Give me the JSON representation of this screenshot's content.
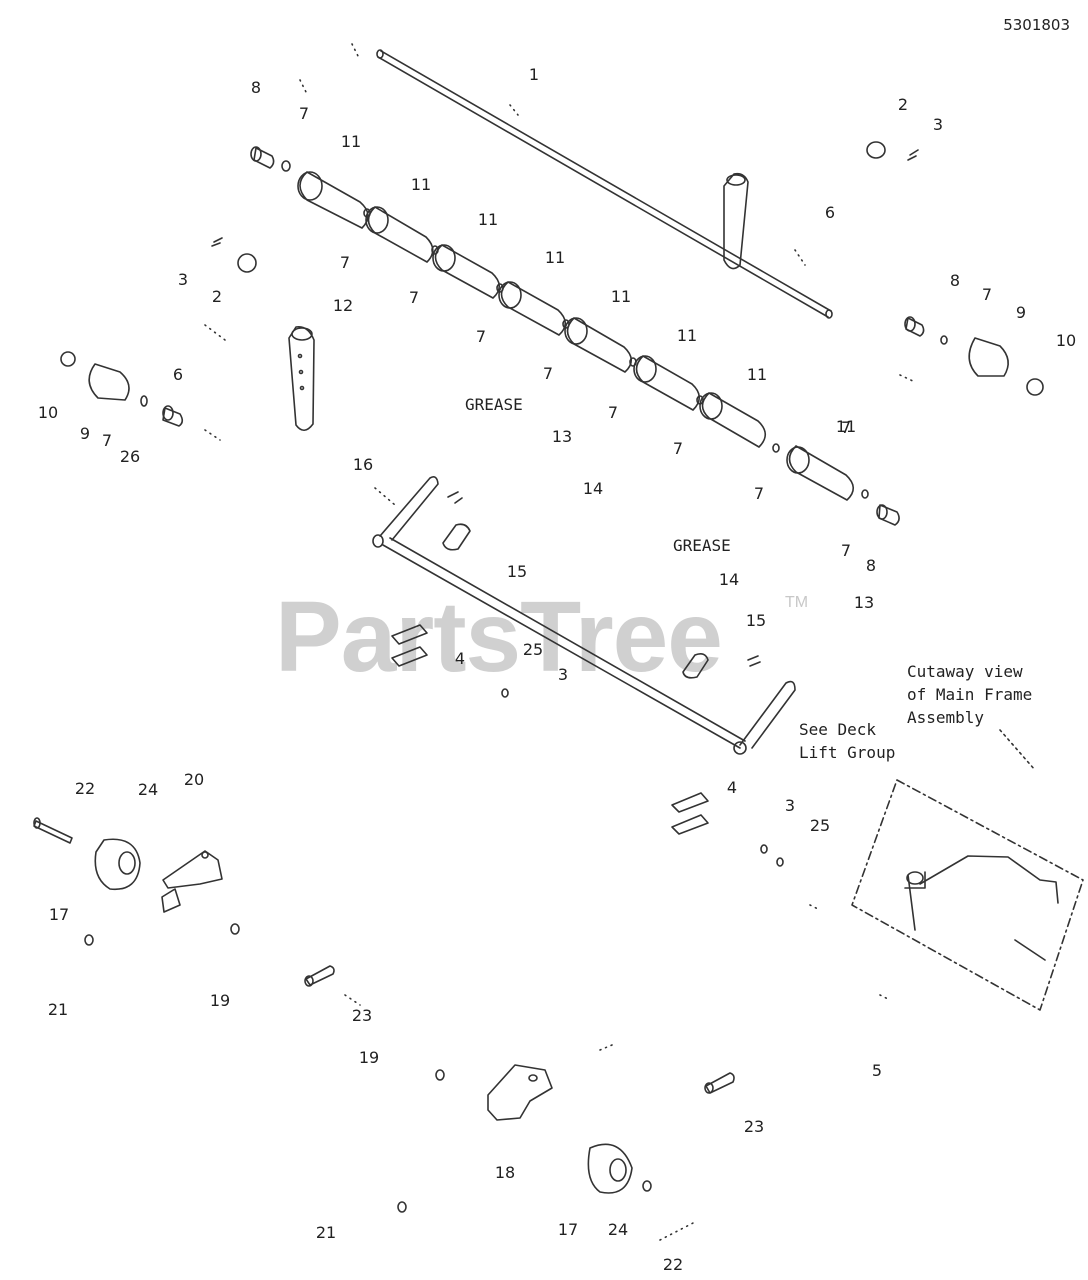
{
  "diagram_id": "5301803",
  "watermark": {
    "text": "PartsTree",
    "tm": "TM"
  },
  "annotations": {
    "grease_1": "GREASE",
    "grease_2": "GREASE",
    "cutaway_line1": "Cutaway view",
    "cutaway_line2": "of Main Frame",
    "cutaway_line3": "Assembly",
    "see_deck_line1": "See Deck",
    "see_deck_line2": "Lift Group"
  },
  "labels": [
    {
      "t": "1"
    },
    {
      "t": "8"
    },
    {
      "t": "7"
    },
    {
      "t": "11"
    },
    {
      "t": "11"
    },
    {
      "t": "11"
    },
    {
      "t": "11"
    },
    {
      "t": "11"
    },
    {
      "t": "11"
    },
    {
      "t": "11"
    },
    {
      "t": "11"
    },
    {
      "t": "2"
    },
    {
      "t": "3"
    },
    {
      "t": "6"
    },
    {
      "t": "3"
    },
    {
      "t": "2"
    },
    {
      "t": "7"
    },
    {
      "t": "12"
    },
    {
      "t": "7"
    },
    {
      "t": "7"
    },
    {
      "t": "7"
    },
    {
      "t": "7"
    },
    {
      "t": "7"
    },
    {
      "t": "7"
    },
    {
      "t": "7"
    },
    {
      "t": "8"
    },
    {
      "t": "7"
    },
    {
      "t": "9"
    },
    {
      "t": "10"
    },
    {
      "t": "6"
    },
    {
      "t": "10"
    },
    {
      "t": "9"
    },
    {
      "t": "7"
    },
    {
      "t": "26"
    },
    {
      "t": "13"
    },
    {
      "t": "14"
    },
    {
      "t": "16"
    },
    {
      "t": "15"
    },
    {
      "t": "14"
    },
    {
      "t": "7"
    },
    {
      "t": "8"
    },
    {
      "t": "13"
    },
    {
      "t": "15"
    },
    {
      "t": "4"
    },
    {
      "t": "25"
    },
    {
      "t": "3"
    },
    {
      "t": "22"
    },
    {
      "t": "24"
    },
    {
      "t": "20"
    },
    {
      "t": "4"
    },
    {
      "t": "3"
    },
    {
      "t": "25"
    },
    {
      "t": "17"
    },
    {
      "t": "21"
    },
    {
      "t": "19"
    },
    {
      "t": "23"
    },
    {
      "t": "19"
    },
    {
      "t": "5"
    },
    {
      "t": "23"
    },
    {
      "t": "18"
    },
    {
      "t": "21"
    },
    {
      "t": "17"
    },
    {
      "t": "24"
    },
    {
      "t": "22"
    }
  ]
}
